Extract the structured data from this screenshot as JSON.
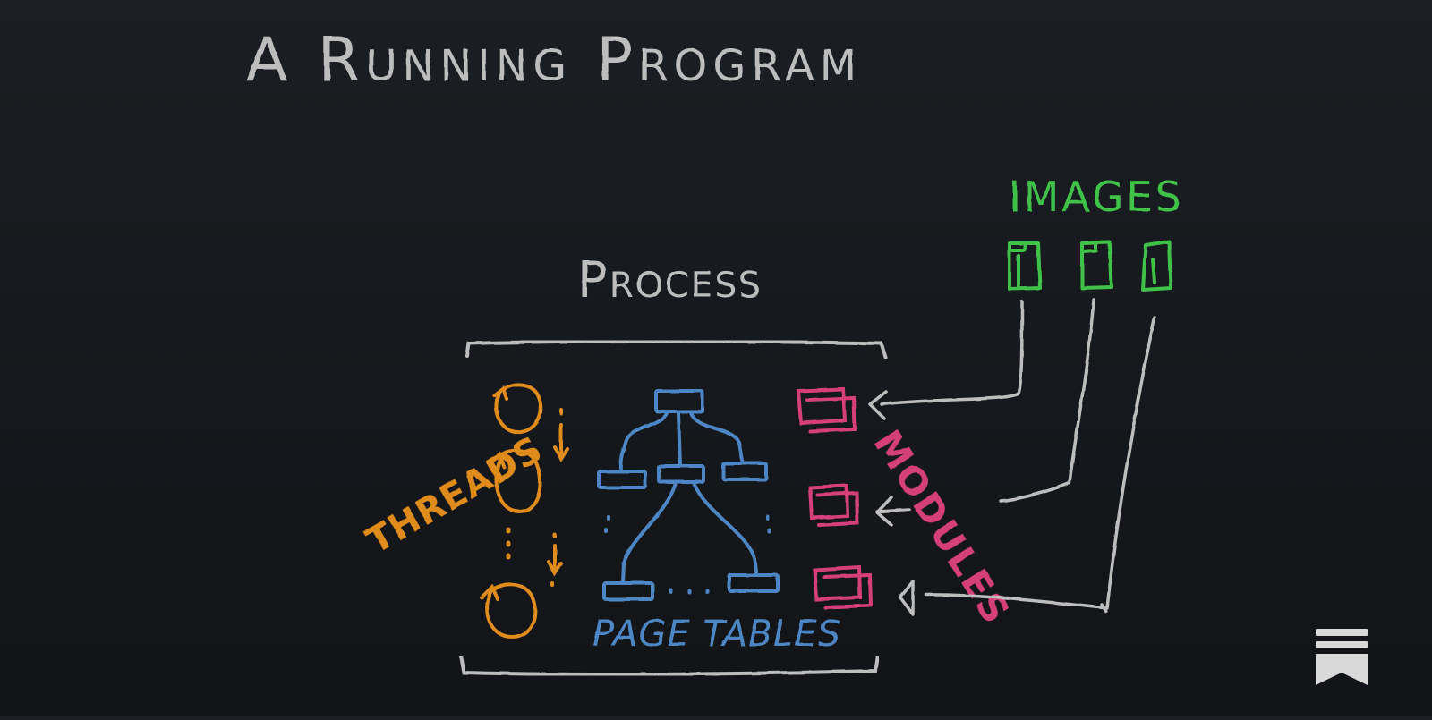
{
  "diagram": {
    "title": "A Running Program",
    "process_label": "Process",
    "threads_label": "Threads",
    "page_tables_label": "Page Tables",
    "modules_label": "Modules",
    "images_label": "Images"
  },
  "colors": {
    "background": "#16191d",
    "chalk_gray": "#bdbdbd",
    "threads_orange": "#e08c1a",
    "page_table_blue": "#4e86c4",
    "modules_pink": "#d63f7a",
    "images_green": "#3fc24a",
    "bookmark_icon": "#d9d9d9"
  },
  "icons": {
    "bookmark": "bookmark-icon"
  }
}
